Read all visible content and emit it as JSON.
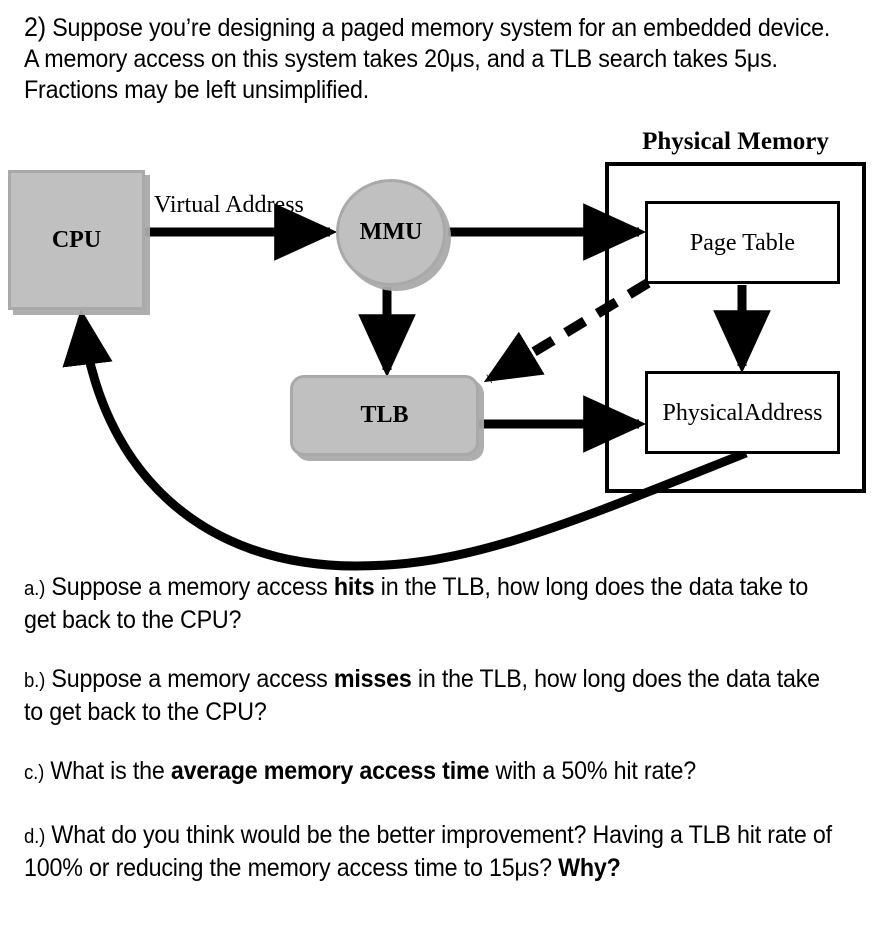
{
  "prompt": {
    "number": "2)",
    "body": "Suppose you’re designing a paged memory system for an embedded device. A memory access on this system takes 20μs, and a TLB search takes 5μs. Fractions may be left unsimplified."
  },
  "diagram": {
    "title": "Paged memory / TLB address translation diagram",
    "nodes": {
      "cpu": "CPU",
      "mmu": "MMU",
      "tlb": "TLB",
      "page_table": "Page Table",
      "physical_address": "Physical\nAddress",
      "physical_address_line1": "Physical",
      "physical_address_line2": "Address"
    },
    "frames": {
      "physical_memory": "Physical Memory"
    },
    "edges": {
      "virtual_address": "Virtual Address"
    },
    "colors": {
      "node_fill": "#c0c0c0",
      "node_border": "#a9a9a9",
      "node_shadow": "#aaaaaa",
      "stroke": "#000000",
      "background": "#ffffff"
    }
  },
  "questions": [
    {
      "label": "a.)",
      "parts": [
        {
          "text": "Suppose a memory access ",
          "bold": false
        },
        {
          "text": "hits",
          "bold": true
        },
        {
          "text": " in the TLB, how long does the data take to get back to the CPU?",
          "bold": false
        }
      ]
    },
    {
      "label": "b.)",
      "parts": [
        {
          "text": "Suppose a memory access ",
          "bold": false
        },
        {
          "text": "misses",
          "bold": true
        },
        {
          "text": " in the TLB, how long does the data take to get back to the CPU?",
          "bold": false
        }
      ]
    },
    {
      "label": "c.)",
      "parts": [
        {
          "text": "What is the ",
          "bold": false
        },
        {
          "text": "average memory access time",
          "bold": true
        },
        {
          "text": " with a 50% hit rate?",
          "bold": false
        }
      ]
    },
    {
      "label": "d.)",
      "parts": [
        {
          "text": "What do you think would be the better improvement? Having a TLB hit rate of 100% or reducing the memory access time to 15μs? ",
          "bold": false
        },
        {
          "text": "Why?",
          "bold": true
        }
      ]
    }
  ],
  "values": {
    "memory_access_time": "20μs",
    "tlb_search_time": "5μs",
    "hit_rate_c": "50%",
    "hit_rate_d": "100%",
    "reduced_access_time": "15μs"
  }
}
